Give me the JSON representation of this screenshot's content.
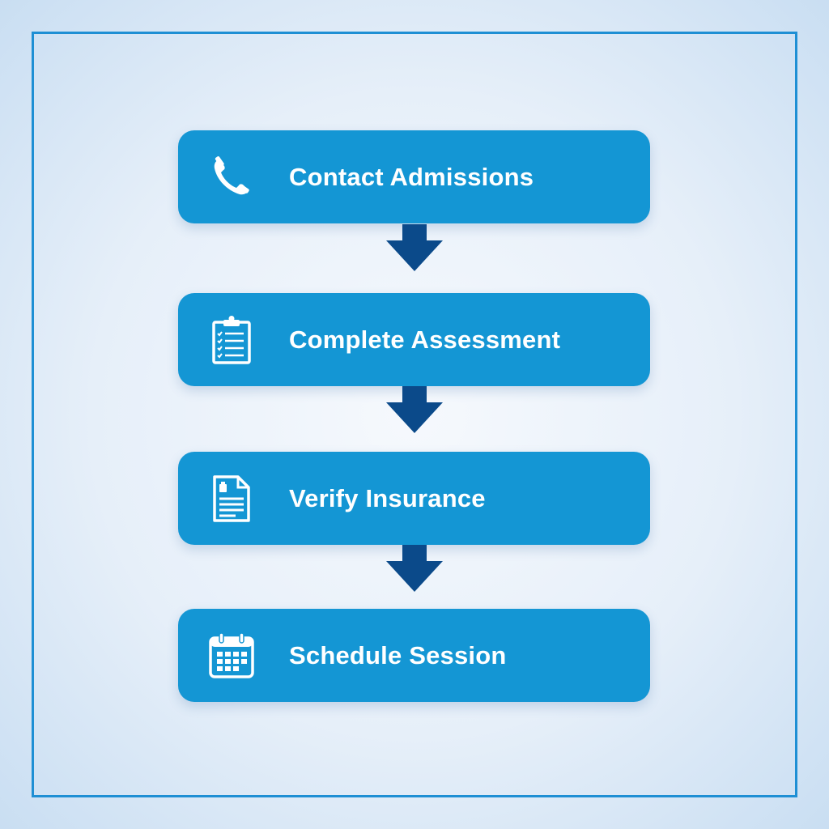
{
  "diagram": {
    "type": "vertical-flowchart",
    "colors": {
      "step_fill": "#1496d4",
      "step_text": "#ffffff",
      "arrow": "#0b4a8a",
      "frame_border": "#1e8fd4",
      "background_center": "#f6f9fd",
      "background_edge": "#c9def2"
    },
    "steps": [
      {
        "label": "Contact Admissions",
        "icon": "phone-icon"
      },
      {
        "label": "Complete Assessment",
        "icon": "clipboard-checklist-icon"
      },
      {
        "label": "Verify Insurance",
        "icon": "document-icon"
      },
      {
        "label": "Schedule Session",
        "icon": "calendar-icon"
      }
    ],
    "connectors": [
      {
        "from": 0,
        "to": 1,
        "icon": "arrow-down-icon"
      },
      {
        "from": 1,
        "to": 2,
        "icon": "arrow-down-icon"
      },
      {
        "from": 2,
        "to": 3,
        "icon": "arrow-down-icon"
      }
    ]
  }
}
